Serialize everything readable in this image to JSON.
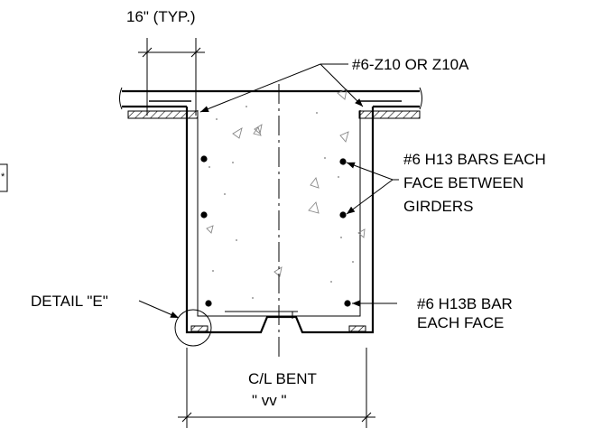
{
  "labels": {
    "spacing": "16\" (TYP.)",
    "z_bars": "#6-Z10 OR Z10A",
    "h13_line1": "#6 H13 BARS EACH",
    "h13_line2": "FACE BETWEEN",
    "h13_line3": "GIRDERS",
    "h13b_line1": "#6 H13B BAR",
    "h13b_line2": "EACH FACE",
    "detail": "DETAIL \"E\"",
    "centerline": "C/L BENT",
    "width": "\" vv \"",
    "side_mark": "*"
  }
}
